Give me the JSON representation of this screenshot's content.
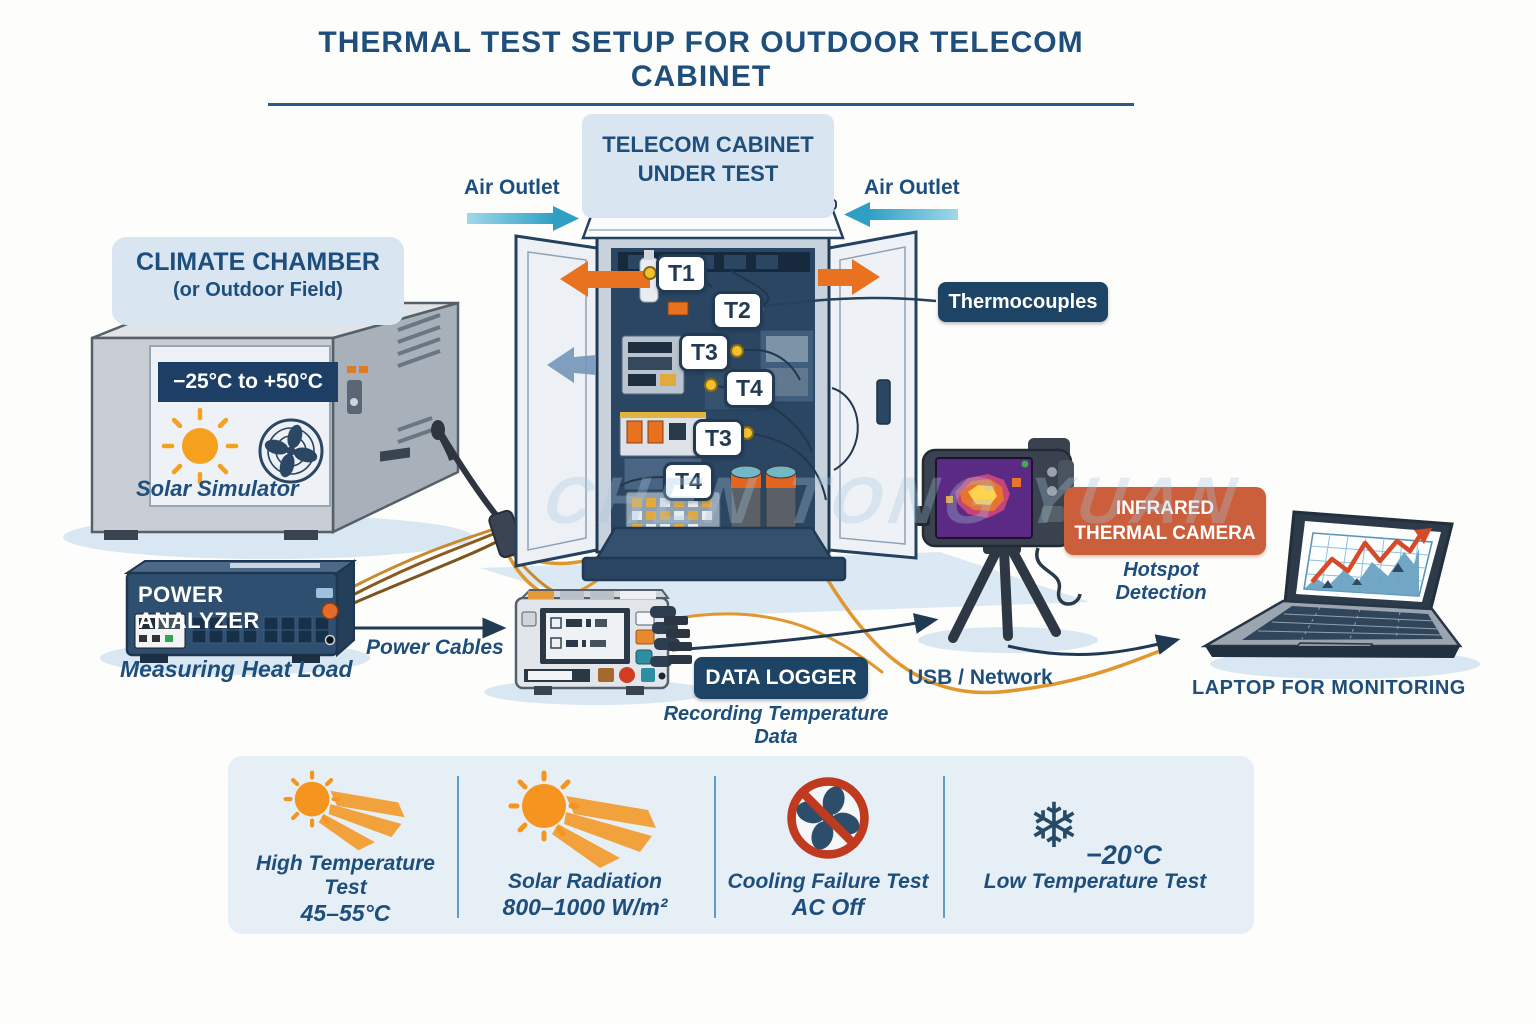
{
  "title": "THERMAL TEST SETUP FOR OUTDOOR TELECOM CABINET",
  "watermark": "CHEN TONG YUAN",
  "cabinet": {
    "label_line1": "TELECOM CABINET",
    "label_line2": "UNDER TEST",
    "air_outlet_left": "Air Outlet",
    "air_outlet_right": "Air Outlet",
    "tags": [
      "T1",
      "T2",
      "T3",
      "T4",
      "T3",
      "T4"
    ],
    "thermocouples_label": "Thermocouples"
  },
  "climate_chamber": {
    "title": "CLIMATE CHAMBER",
    "subtitle": "(or Outdoor Field)",
    "temp_range": "−25°C to +50°C",
    "caption": "Solar Simulator"
  },
  "ir_camera": {
    "label": "INFRARED THERMAL CAMERA",
    "caption": "Hotspot Detection"
  },
  "power_analyzer": {
    "label": "POWER ANALYZER",
    "caption": "Measuring Heat Load"
  },
  "connections": {
    "power_cables": "Power Cables",
    "usb_network": "USB / Network"
  },
  "data_logger": {
    "label": "DATA LOGGER",
    "caption": "Recording Temperature Data"
  },
  "laptop": {
    "caption": "LAPTOP FOR MONITORING"
  },
  "legend": {
    "items": [
      {
        "icon": "sun-rays-icon",
        "line1": "High Temperature Test",
        "line2": "45–55°C"
      },
      {
        "icon": "sun-rays-icon",
        "line1": "Solar Radiation",
        "line2": "800–1000 W/m²"
      },
      {
        "icon": "no-fan-icon",
        "line1": "Cooling Failure Test",
        "line2": "AC Off"
      },
      {
        "icon": "snowflake-icon",
        "value": "−20°C",
        "line1": "Low Temperature Test"
      }
    ]
  },
  "colors": {
    "navy_text": "#1e4e7c",
    "label_box": "#1d4365",
    "orange_label": "#cb5e3b",
    "teal_arrow": "#2f9fc4",
    "orange_arrow": "#e8721f",
    "legend_panel": "#e7eff6",
    "sun": "#f5941f"
  }
}
